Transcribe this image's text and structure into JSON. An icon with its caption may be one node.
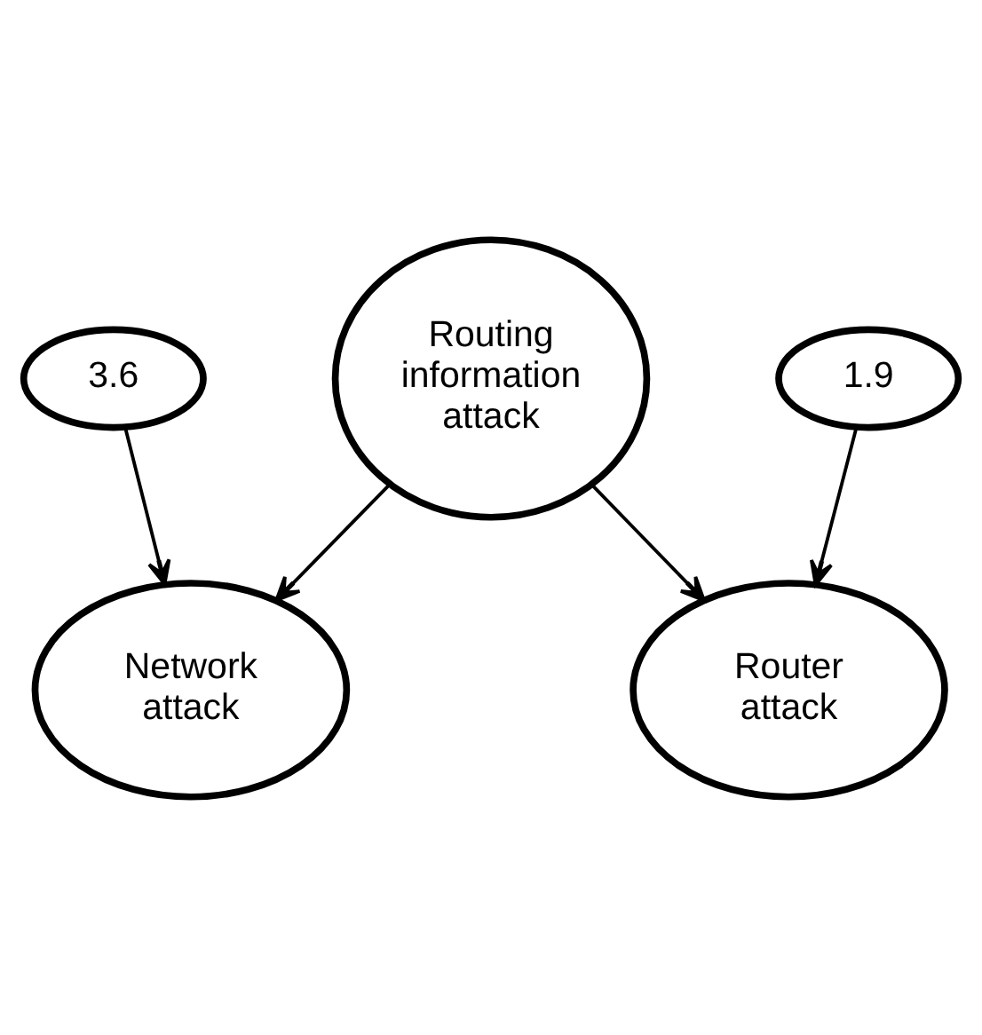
{
  "diagram": {
    "nodes": [
      {
        "text": [
          "3.6"
        ]
      },
      {
        "text": [
          "1.9"
        ]
      },
      {
        "text": [
          "Network attack"
        ]
      },
      {
        "text": [
          "Router attack"
        ]
      },
      {
        "text": [
          "Routing information attack"
        ]
      }
    ],
    "edges": [
      {
        "from": 0,
        "to": 2,
        "arrow": "to"
      },
      {
        "from": 1,
        "to": 3,
        "arrow": "to"
      },
      {
        "from": 4,
        "to": 2,
        "arrow": "to"
      },
      {
        "from": 4,
        "to": 3,
        "arrow": "to"
      }
    ]
  }
}
